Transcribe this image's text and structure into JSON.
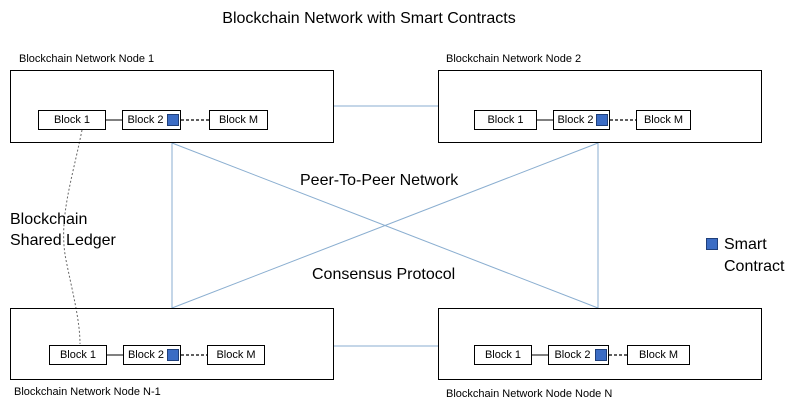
{
  "title": "Blockchain Network with Smart Contracts",
  "nodes": [
    {
      "label": "Blockchain Network Node 1",
      "blocks": [
        "Block 1",
        "Block 2",
        "Block M"
      ]
    },
    {
      "label": "Blockchain Network Node 2",
      "blocks": [
        "Block 1",
        "Block 2",
        "Block M"
      ]
    },
    {
      "label": "Blockchain Network Node N-1",
      "blocks": [
        "Block 1",
        "Block 2",
        "Block M"
      ]
    },
    {
      "label": "Blockchain Network Node Node N",
      "blocks": [
        "Block 1",
        "Block 2",
        "Block M"
      ]
    }
  ],
  "network_label": "Peer-To-Peer Network",
  "protocol_label": "Consensus Protocol",
  "ledger_label": {
    "line1": "Blockchain",
    "line2": "Shared Ledger"
  },
  "legend": {
    "line1": "Smart",
    "line2": "Contract",
    "color": "#3b6cc4"
  }
}
